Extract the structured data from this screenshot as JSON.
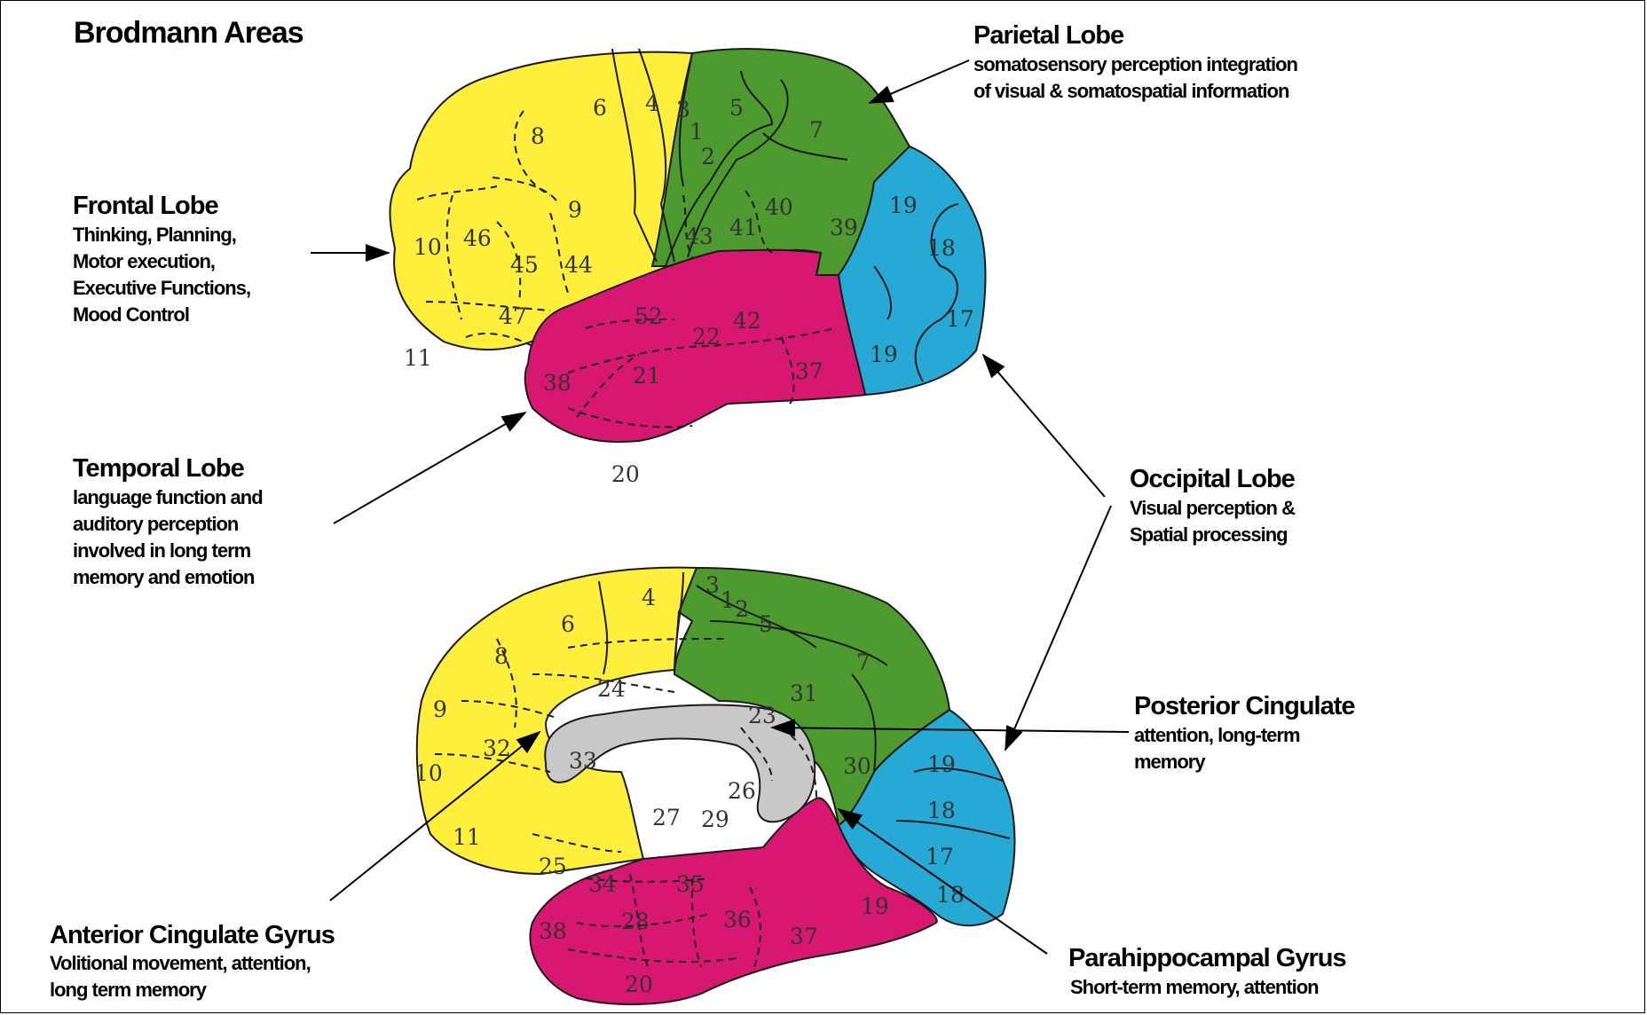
{
  "title": "Brodmann Areas",
  "colors": {
    "frontal": "#ffee3c",
    "parietal": "#4d9a2f",
    "temporal": "#d71770",
    "occipital": "#27a9d6",
    "cingulate": "#c8c8c8",
    "outline": "#1a1a1a"
  },
  "lobes": {
    "parietal": {
      "title": "Parietal Lobe",
      "description": "somatosensory perception integration\nof visual & somatospatial information"
    },
    "frontal": {
      "title": "Frontal Lobe",
      "description": "Thinking, Planning,\nMotor execution,\nExecutive Functions,\nMood Control"
    },
    "temporal": {
      "title": "Temporal Lobe",
      "description": "language function and\n auditory perception\ninvolved in long term\nmemory and emotion"
    },
    "occipital": {
      "title": "Occipital Lobe",
      "description": "Visual perception &\nSpatial processing"
    },
    "posterior_cingulate": {
      "title": "Posterior Cingulate",
      "description": "attention, long-term\nmemory"
    },
    "anterior_cingulate": {
      "title": "Anterior Cingulate Gyrus",
      "description": "Volitional movement, attention,\nlong term memory"
    },
    "parahippocampal": {
      "title": "Parahippocampal Gyrus",
      "description": "Short-term memory, attention"
    }
  },
  "lateral_view_areas": [
    "6",
    "4",
    "3",
    "1",
    "2",
    "5",
    "7",
    "8",
    "9",
    "10",
    "46",
    "45",
    "44",
    "43",
    "41",
    "40",
    "39",
    "19",
    "18",
    "17",
    "47",
    "11",
    "52",
    "22",
    "42",
    "38",
    "21",
    "37",
    "19",
    "20"
  ],
  "medial_view_areas": [
    "4",
    "3",
    "1",
    "2",
    "5",
    "6",
    "8",
    "7",
    "24",
    "31",
    "9",
    "32",
    "23",
    "33",
    "10",
    "30",
    "19",
    "26",
    "18",
    "27",
    "29",
    "11",
    "25",
    "17",
    "34",
    "35",
    "28",
    "36",
    "19",
    "18",
    "38",
    "37",
    "20"
  ]
}
